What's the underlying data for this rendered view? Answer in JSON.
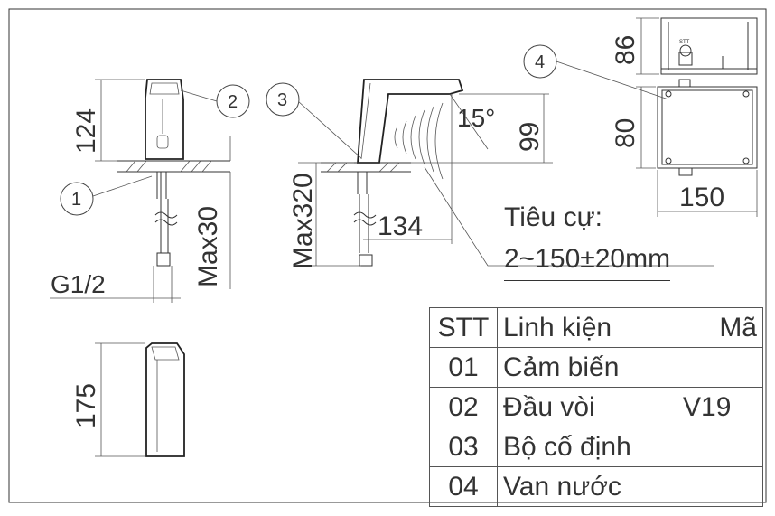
{
  "dimensions": {
    "height_124": "124",
    "max30": "Max30",
    "g_half": "G1/2",
    "height_175": "175",
    "max320": "Max320",
    "reach_134": "134",
    "angle": "15°",
    "height_99": "99",
    "height_86": "86",
    "height_80": "80",
    "width_150": "150"
  },
  "callouts": [
    "1",
    "2",
    "3",
    "4"
  ],
  "focal_label": "Tiêu cự:",
  "focal_value": "2~150±20mm",
  "box_label": "STT",
  "parts_table": {
    "headers": [
      "STT",
      "Linh kiện",
      "Mã"
    ],
    "rows": [
      [
        "01",
        "Cảm biến",
        ""
      ],
      [
        "02",
        "Đầu vòi",
        "V19"
      ],
      [
        "03",
        "Bộ cố định",
        ""
      ],
      [
        "04",
        "Van nước",
        ""
      ]
    ]
  }
}
